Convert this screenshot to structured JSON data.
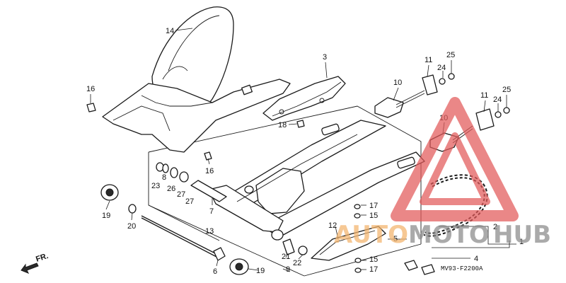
{
  "diagram": {
    "callouts": {
      "c14": "14",
      "c3": "3",
      "c16a": "16",
      "c16b": "16",
      "c18": "18",
      "c10a": "10",
      "c11a": "11",
      "c24a": "24",
      "c25a": "25",
      "c11b": "11",
      "c24b": "24",
      "c25b": "25",
      "c10b": "10",
      "c23": "23",
      "c8": "8",
      "c26": "26",
      "c27a": "27",
      "c27b": "27",
      "c19a": "19",
      "c20": "20",
      "c7": "7",
      "c13": "13",
      "c17a": "17",
      "c15a": "15",
      "c12": "12",
      "c5": "5",
      "c2": "2",
      "c1": "1",
      "c4": "4",
      "c21": "21",
      "c22": "22",
      "c9": "9",
      "c15b": "15",
      "c17b": "17",
      "c6": "6",
      "c19b": "19"
    },
    "direction_label": "FR.",
    "figure_code": "MV93-F2200A"
  },
  "watermark": {
    "text_a": "AUTO",
    "text_b": "MOTO",
    "text_c": "HUB",
    "colors": {
      "red": "#e35a5a",
      "orange": "#f3b36b",
      "gray": "#8a8a8a"
    }
  }
}
